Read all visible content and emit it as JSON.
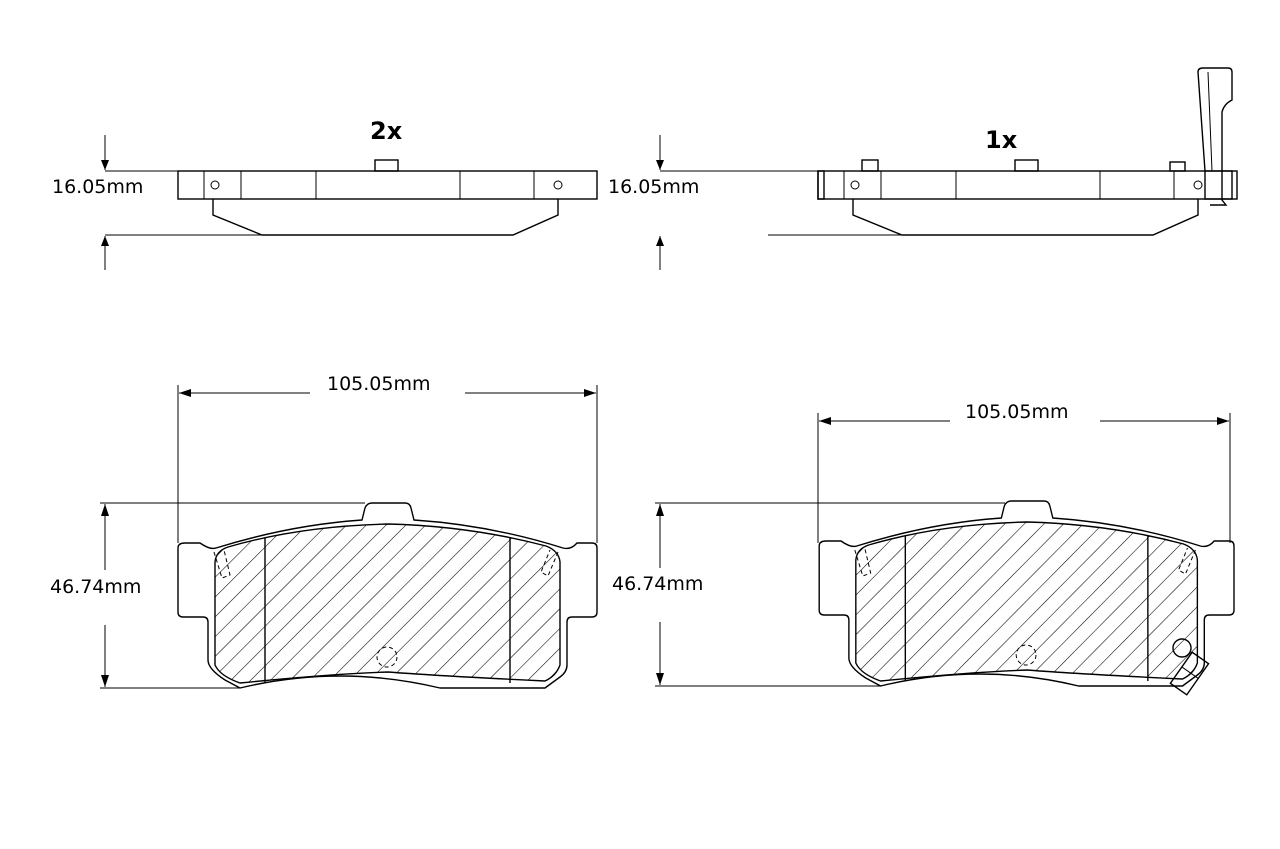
{
  "views": {
    "left": {
      "quantity": "2x",
      "thickness": "16.05mm",
      "width": "105.05mm",
      "height": "46.74mm"
    },
    "right": {
      "quantity": "1x",
      "thickness": "16.05mm",
      "width": "105.05mm",
      "height": "46.74mm",
      "has_wear_sensor": true
    }
  }
}
